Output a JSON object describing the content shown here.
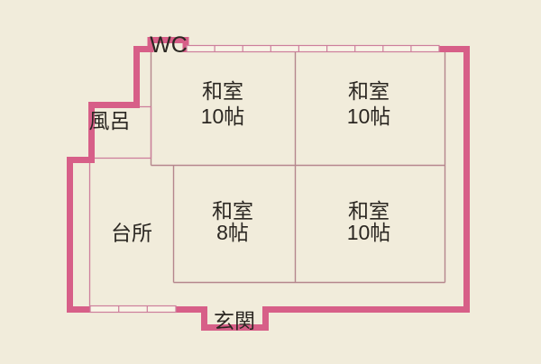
{
  "plan": {
    "type": "floor-plan",
    "rooms": [
      {
        "id": "washitsu-nw",
        "name": "和室",
        "size": "10帖"
      },
      {
        "id": "washitsu-ne",
        "name": "和室",
        "size": "10帖"
      },
      {
        "id": "washitsu-sw",
        "name": "和室",
        "size": "8帖"
      },
      {
        "id": "washitsu-se",
        "name": "和室",
        "size": "10帖"
      }
    ],
    "spaces": {
      "wc": "WC",
      "bath": "風呂",
      "kitchen": "台所",
      "entrance": "玄関"
    }
  },
  "colors": {
    "background": "#f1ecdb",
    "wall": "#d75f88",
    "partition": "#b5868d",
    "fixture_line": "#cd7f9c",
    "window_fill": "#f8f4e6",
    "text": "#2b2722"
  }
}
